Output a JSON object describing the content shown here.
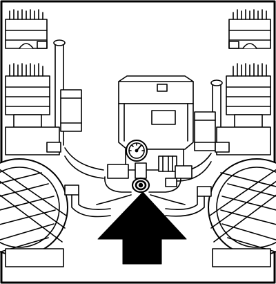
{
  "figure": {
    "ink_color": "#000000",
    "paper_color": "#ffffff",
    "components": {
      "left_compressor": "compressor-unit",
      "right_compressor": "compressor-unit",
      "center_unit": "pressure-switch-housing",
      "gauge": "pressure-gauge",
      "outlet": "outlet-coupling",
      "pointer": "up-arrow-icon"
    }
  }
}
